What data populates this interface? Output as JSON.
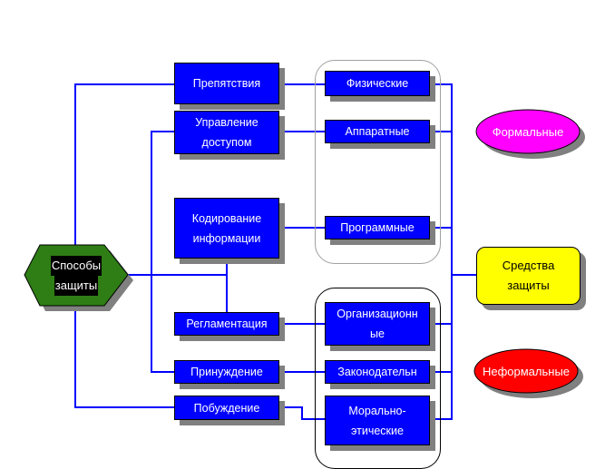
{
  "colors": {
    "connector": "#0000ff",
    "method_box": "#0000ff",
    "hexagon": "#2e7d15",
    "formal": "#ff00ff",
    "informal": "#ff0000",
    "result": "#ffff00"
  },
  "root": {
    "lines": [
      "Способы",
      "защиты"
    ]
  },
  "methods": [
    {
      "lines": [
        "Препятствия"
      ]
    },
    {
      "lines": [
        "Управление",
        "доступом"
      ]
    },
    {
      "lines": [
        "Кодирование",
        "информации"
      ]
    },
    {
      "lines": [
        "Регламентация"
      ]
    },
    {
      "lines": [
        "Принуждение"
      ]
    },
    {
      "lines": [
        "Побуждение"
      ]
    }
  ],
  "formal_means": [
    {
      "lines": [
        "Физические"
      ]
    },
    {
      "lines": [
        "Аппаратные"
      ]
    },
    {
      "lines": [
        "Программные"
      ]
    }
  ],
  "informal_means": [
    {
      "lines": [
        "Организационн",
        "ые"
      ]
    },
    {
      "lines": [
        "Законодательн"
      ]
    },
    {
      "lines": [
        "Морально-",
        "этические"
      ]
    }
  ],
  "categories": {
    "formal": "Формальные",
    "informal": "Неформальные"
  },
  "result": {
    "lines": [
      "Средства",
      "защиты"
    ]
  }
}
